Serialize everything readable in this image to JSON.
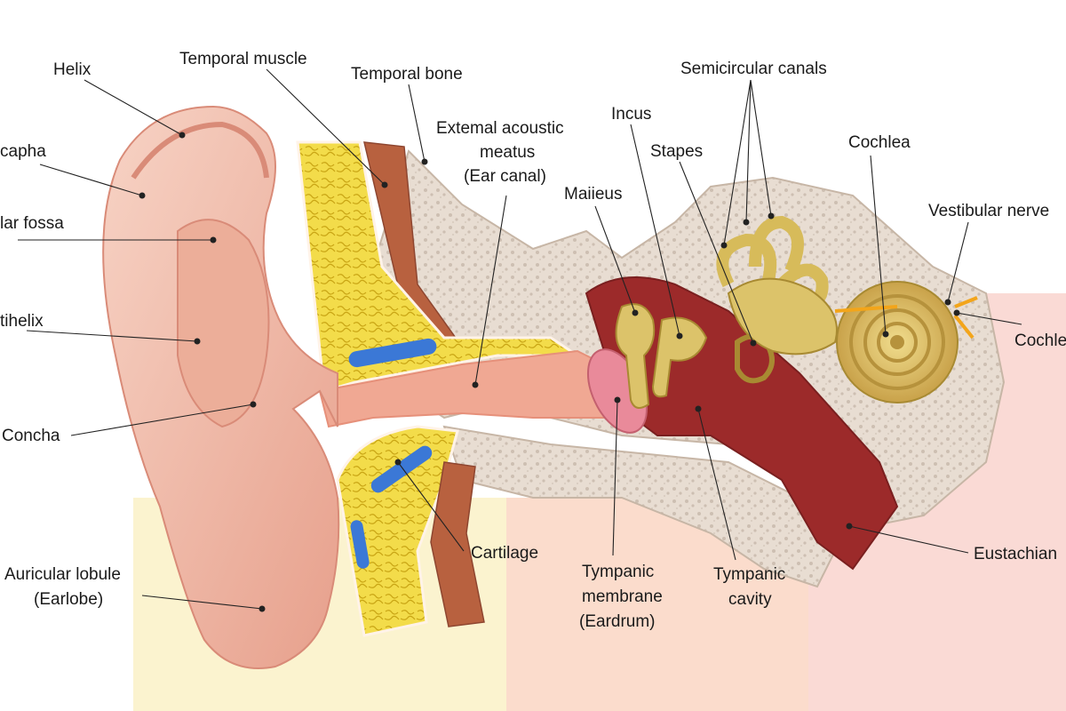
{
  "labels": {
    "helix": "Helix",
    "scapha": "capha",
    "triangular_fossa": "lar fossa",
    "antihelix": "tihelix",
    "concha": "Concha",
    "auricular_lobule_1": "Auricular lobule",
    "auricular_lobule_2": "(Earlobe)",
    "temporal_muscle": "Temporal muscle",
    "temporal_bone": "Temporal bone",
    "external_meatus_1": "Extemal acoustic",
    "external_meatus_2": "meatus",
    "external_meatus_3": "(Ear canal)",
    "malleus": "Maiieus",
    "incus": "Incus",
    "stapes": "Stapes",
    "semicircular_canals": "Semicircular canals",
    "cochlea": "Cochlea",
    "vestibular_nerve": "Vestibular nerve",
    "cochlear_nerve": "Cochle",
    "eustachian_tube": "Eustachian",
    "cartilage": "Cartilage",
    "tympanic_membrane_1": "Tympanic",
    "tympanic_membrane_2": "membrane",
    "tympanic_membrane_3": "(Eardrum)",
    "tympanic_cavity_1": "Tympanic",
    "tympanic_cavity_2": "cavity"
  },
  "colors": {
    "skin": "#f2b9a6",
    "skin_dark": "#d98b78",
    "cartilage": "#f3dc4a",
    "bone": "#e7ddd3",
    "muscle": "#b5553c",
    "cavity": "#9c2a2a",
    "ossicle": "#dcc36a",
    "eardrum": "#e98a9a",
    "vessel": "#3b78d6",
    "nerve": "#f3a51a"
  }
}
